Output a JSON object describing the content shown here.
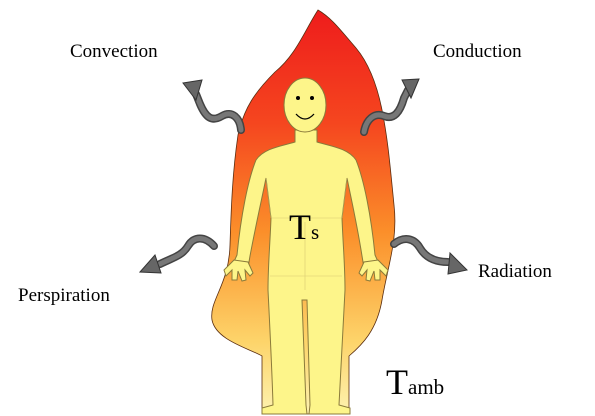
{
  "labels": {
    "convection": "Convection",
    "conduction": "Conduction",
    "perspiration": "Perspiration",
    "radiation": "Radiation"
  },
  "skin_temperature": {
    "symbol": "T",
    "subscript": "s"
  },
  "ambient_temperature": {
    "symbol": "T",
    "subscript": "amb"
  },
  "colors": {
    "flame_top": "#ee1c1c",
    "flame_mid": "#fb8f2a",
    "flame_bottom": "#fdf2b0",
    "body_fill": "#fdf58a",
    "body_stroke": "#8a7a3a",
    "arrow_fill": "#666666"
  }
}
